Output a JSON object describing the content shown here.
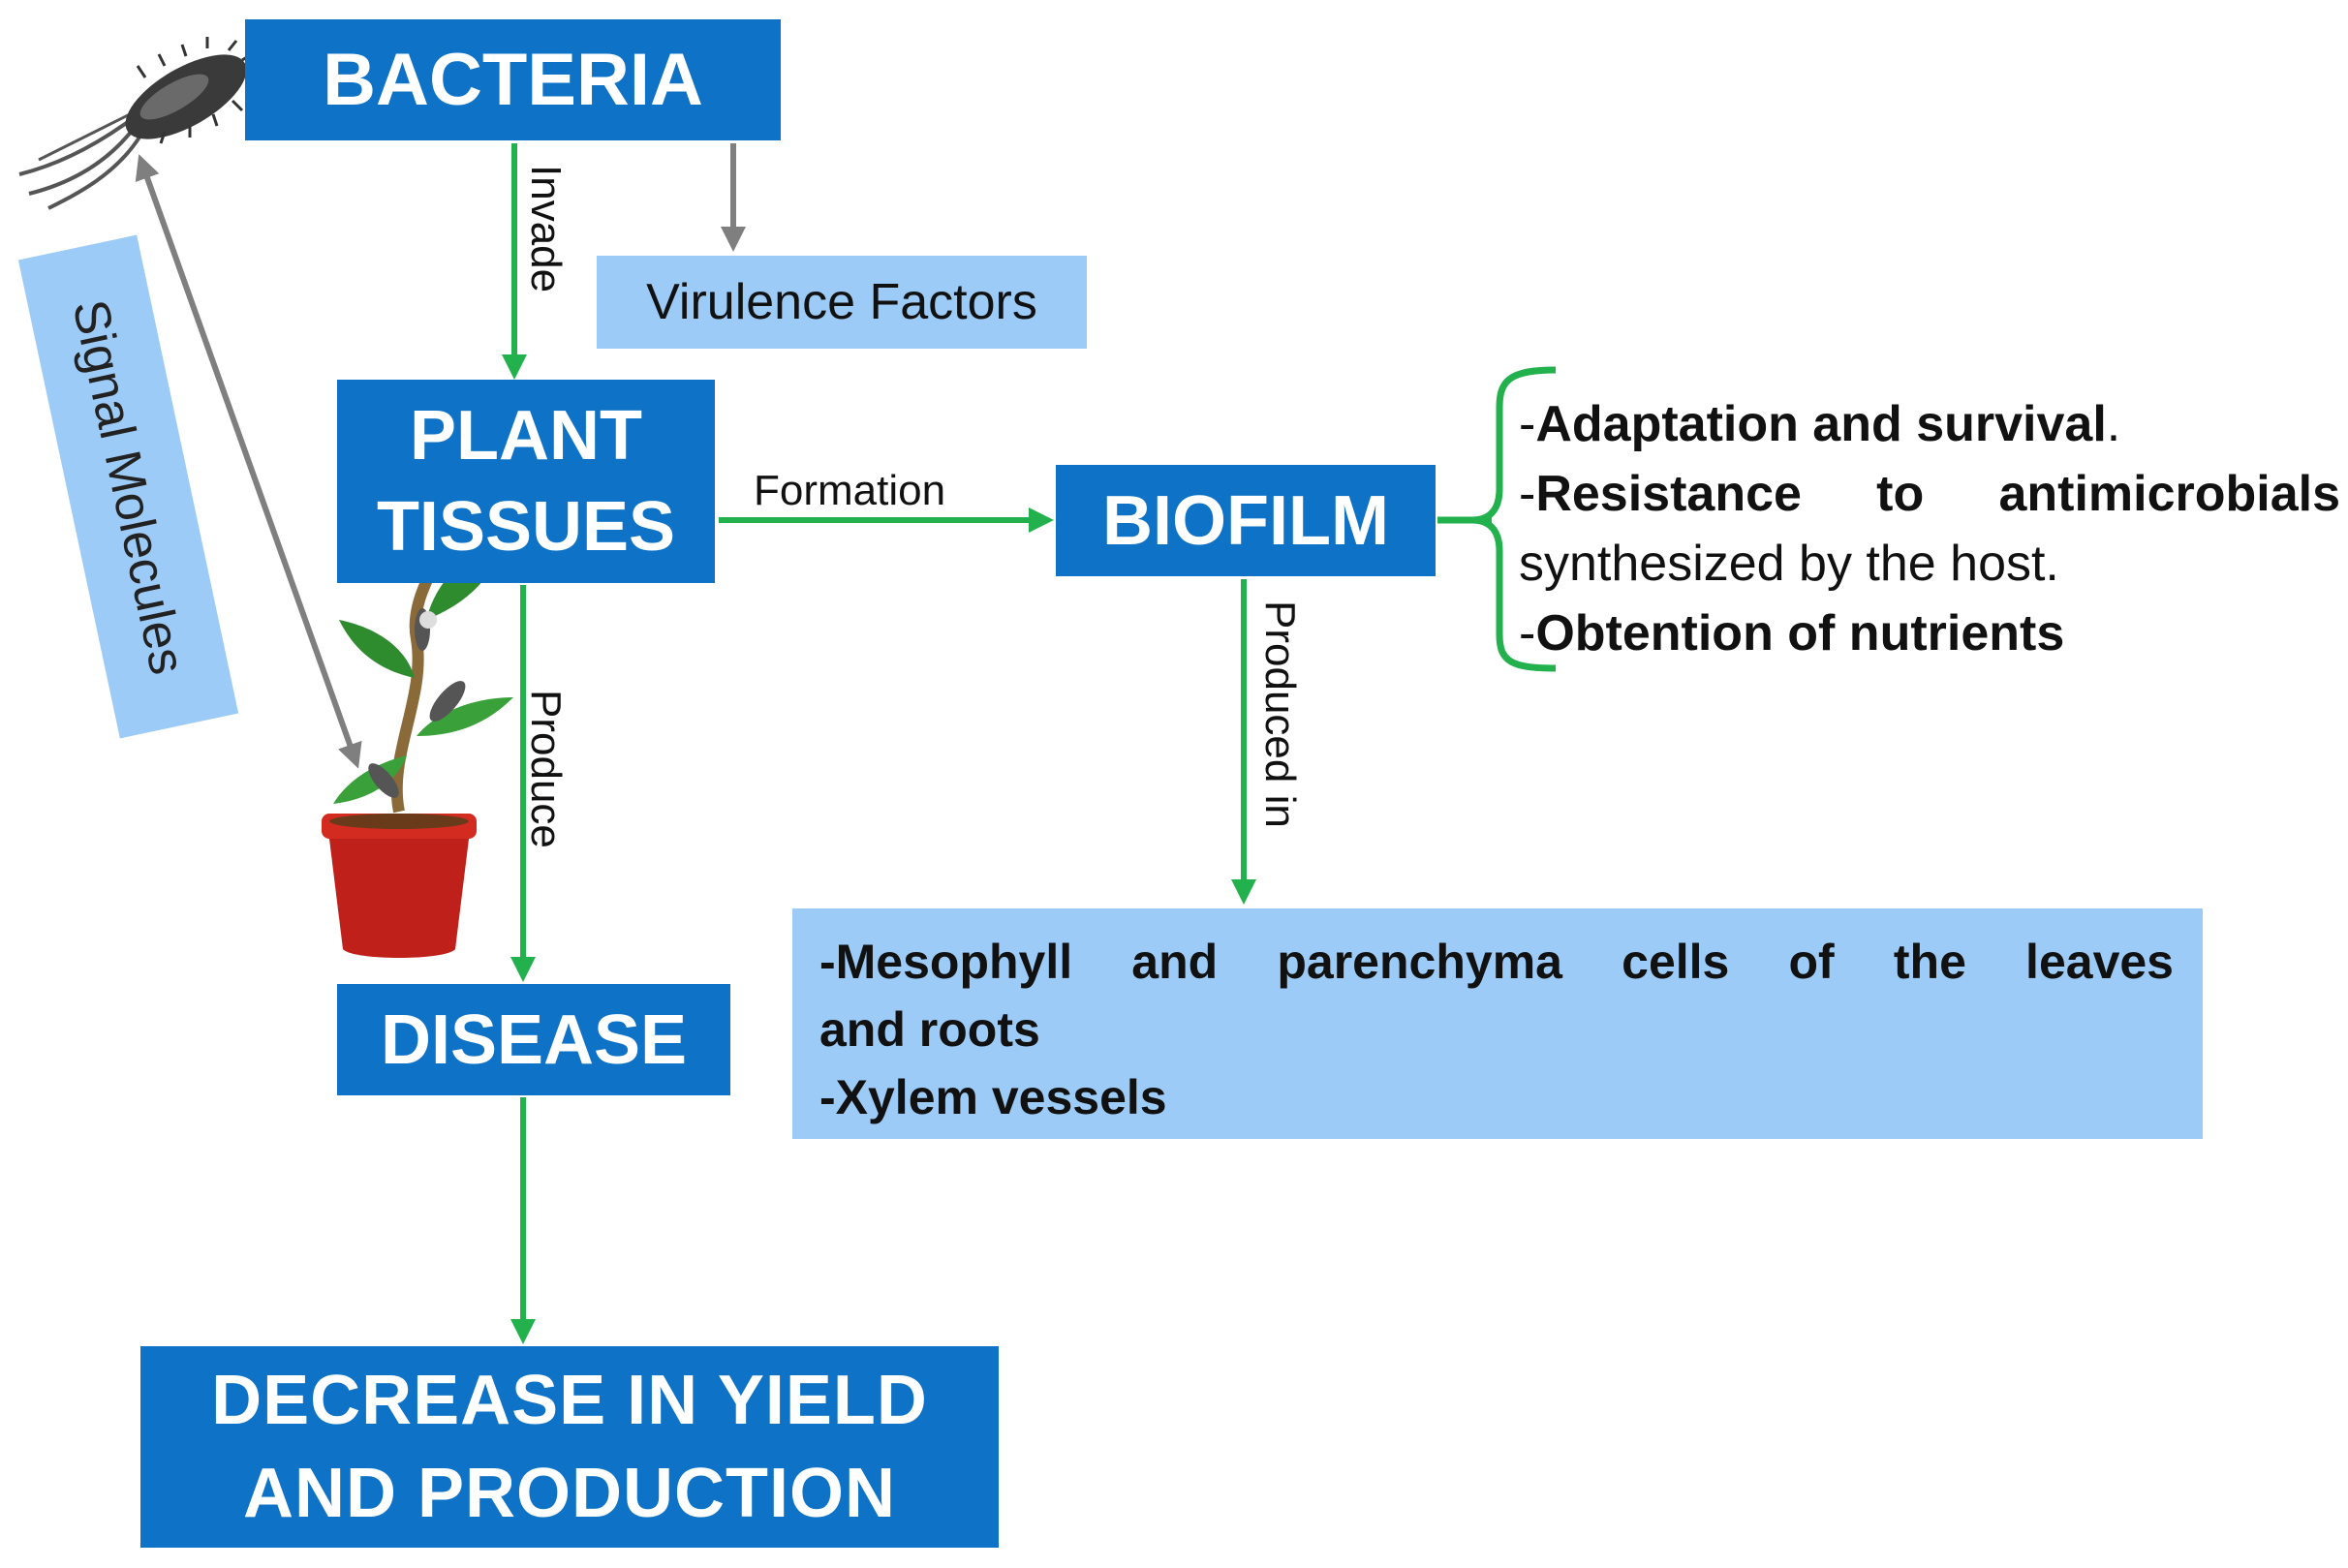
{
  "nodes": {
    "bacteria": "BACTERIA",
    "plant_line1": "PLANT",
    "plant_line2": "TISSUES",
    "biofilm": "BIOFILM",
    "disease": "DISEASE",
    "decrease_line1": "DECREASE IN YIELD",
    "decrease_line2": "AND PRODUCTION",
    "virulence": "Virulence Factors",
    "signal": "Signal Molecules"
  },
  "edges": {
    "invade": "Invade",
    "formation": "Formation",
    "produce": "Produce",
    "produced_in": "Produced in"
  },
  "benefits": {
    "item1_prefix": "-",
    "item1_bold": "Adaptation and survival",
    "item1_suffix": ".",
    "item2_prefix": "-",
    "item2_bold": "Resistance to antimicrobials",
    "item2_rest": "synthesized by the host.",
    "item3_prefix": "-",
    "item3_bold": "Obtention of nutrients"
  },
  "locations": {
    "line1": "-Mesophyll and parenchyma cells of the leaves",
    "line2": "and roots",
    "line3": "-Xylem vessels"
  },
  "colors": {
    "dark_box": "#0e73c6",
    "light_box": "#9dcbf7",
    "green_arrow": "#22b14c",
    "gray_arrow": "#7f7f7f"
  },
  "icons": [
    "bacterium-icon",
    "potted-plant-icon"
  ]
}
